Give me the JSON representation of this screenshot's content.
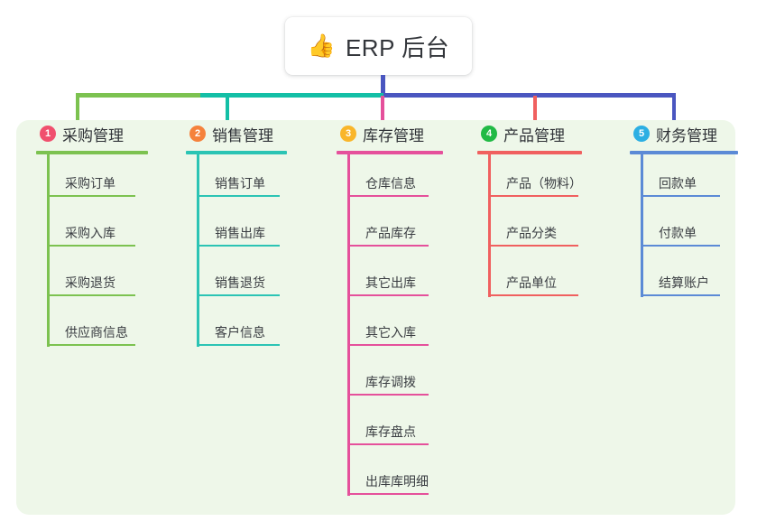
{
  "root": {
    "emoji": "👍",
    "emoji_name": "thumbs-up-icon",
    "title": "ERP 后台"
  },
  "panel": {
    "background_color": "#eef7e9"
  },
  "connector": {
    "segments": [
      {
        "name": "green",
        "color": "#7cc250"
      },
      {
        "name": "teal",
        "color": "#13bfa6"
      },
      {
        "name": "blue",
        "color": "#4a56c0"
      }
    ],
    "stem_color": "#4a56c0"
  },
  "columns": [
    {
      "number": "1",
      "title": "采购管理",
      "badge_color": "#f0506e",
      "line_color": "#7cc250",
      "items": [
        "采购订单",
        "采购入库",
        "采购退货",
        "供应商信息"
      ]
    },
    {
      "number": "2",
      "title": "销售管理",
      "badge_color": "#f5823c",
      "line_color": "#2bc4b4",
      "items": [
        "销售订单",
        "销售出库",
        "销售退货",
        "客户信息"
      ]
    },
    {
      "number": "3",
      "title": "库存管理",
      "badge_color": "#f9b62a",
      "line_color": "#e5509b",
      "items": [
        "仓库信息",
        "产品库存",
        "其它出库",
        "其它入库",
        "库存调拨",
        "库存盘点",
        "出库库明细"
      ]
    },
    {
      "number": "4",
      "title": "产品管理",
      "badge_color": "#21ba45",
      "line_color": "#f0605f",
      "items": [
        "产品（物料）",
        "产品分类",
        "产品单位"
      ]
    },
    {
      "number": "5",
      "title": "财务管理",
      "badge_color": "#2cafe3",
      "line_color": "#5b8ad6",
      "items": [
        "回款单",
        "付款单",
        "结算账户"
      ]
    }
  ]
}
